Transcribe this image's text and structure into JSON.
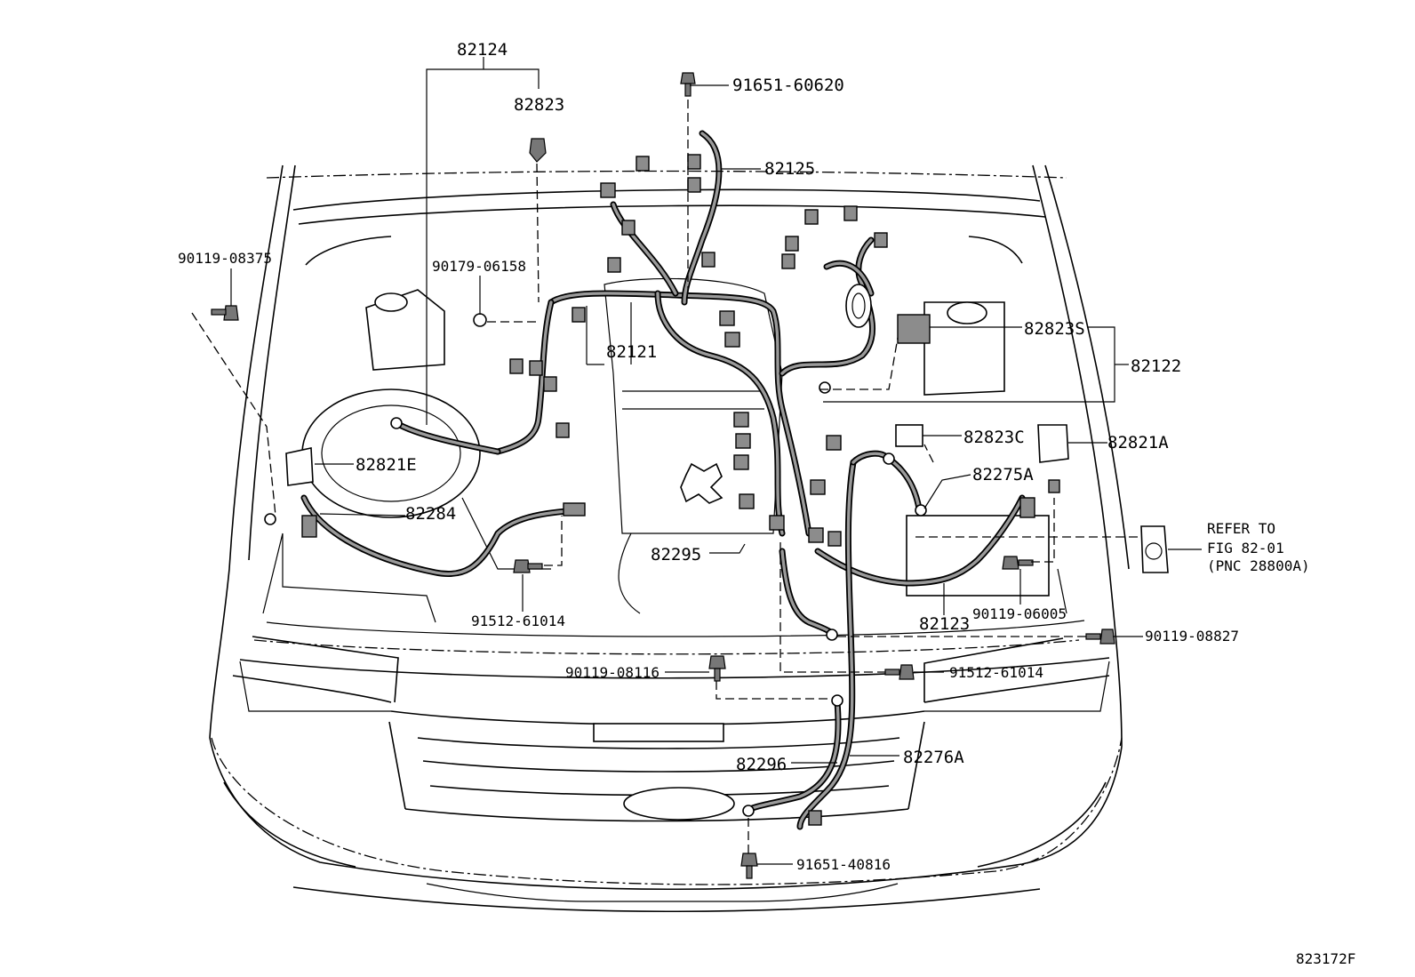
{
  "labels": {
    "p82124": "82124",
    "p82823": "82823",
    "p91651_60620": "91651-60620",
    "p82125": "82125",
    "p90119_08375": "90119-08375",
    "p90179_06158": "90179-06158",
    "p82121": "82121",
    "p82823S": "82823S",
    "p82122": "82122",
    "p82823C": "82823C",
    "p82821A": "82821A",
    "p82821E": "82821E",
    "p82275A": "82275A",
    "p82284": "82284",
    "p82295": "82295",
    "p91512_61014_left": "91512-61014",
    "p82123": "82123",
    "p90119_06005": "90119-06005",
    "p90119_08827": "90119-08827",
    "p90119_08116": "90119-08116",
    "p91512_61014_right": "91512-61014",
    "p82296": "82296",
    "p82276A": "82276A",
    "p91651_40816": "91651-40816"
  },
  "refer": {
    "line1": "REFER TO",
    "line2": "FIG 82-01",
    "line3": "(PNC 28800A)"
  },
  "figure_code": "823172F"
}
